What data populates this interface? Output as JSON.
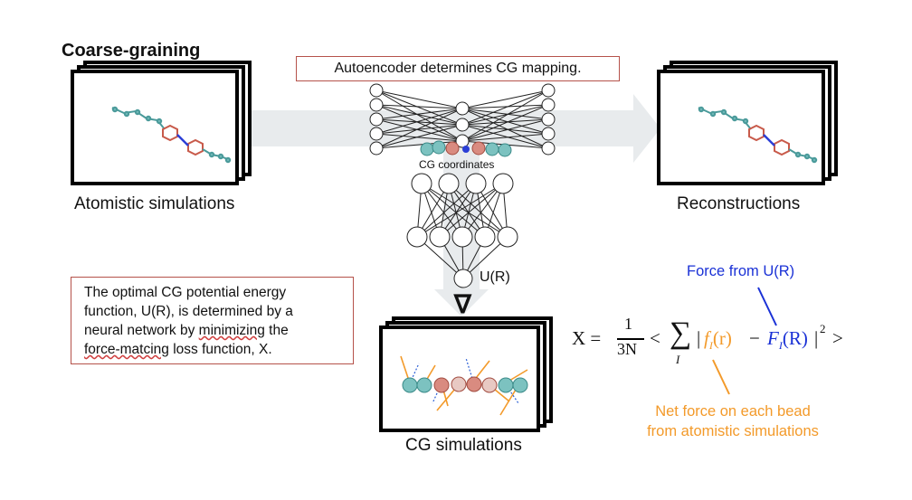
{
  "title": "Coarse-graining",
  "panels": {
    "atomistic": "Atomistic simulations",
    "reconstructions": "Reconstructions",
    "cg_simulations": "CG simulations"
  },
  "autoencoder_note": "Autoencoder determines CG mapping.",
  "cg_coordinates": "CG coordinates",
  "potential_label": "U(R)",
  "nabla": "∇",
  "description": {
    "line1": "The optimal CG potential energy",
    "line2": "function, U(R), is determined by a",
    "line3_pre": "neural network by ",
    "line3_sq": "minimizing",
    "line3_post": " the",
    "line4_sq": "force-matcing",
    "line4_post": " loss function, X."
  },
  "equation": {
    "lhs": "X =",
    "num": "1",
    "den": "3N",
    "lt": "<",
    "sum_sub": "I",
    "f_small": "f",
    "f_small_args": "(r)",
    "minus": "−",
    "f_big": "F",
    "f_big_args": "(R)",
    "sub_I": "I",
    "power": "2",
    "gt": ">"
  },
  "annotations": {
    "force_from": "Force from U(R)",
    "net_force_line1": "Net force on each bead",
    "net_force_line2": "from atomistic simulations"
  },
  "colors": {
    "force_blue": "#1a31d6",
    "net_orange": "#f39a2a",
    "box_border": "#b5524a",
    "arrow_gray": "#e9ecee"
  }
}
